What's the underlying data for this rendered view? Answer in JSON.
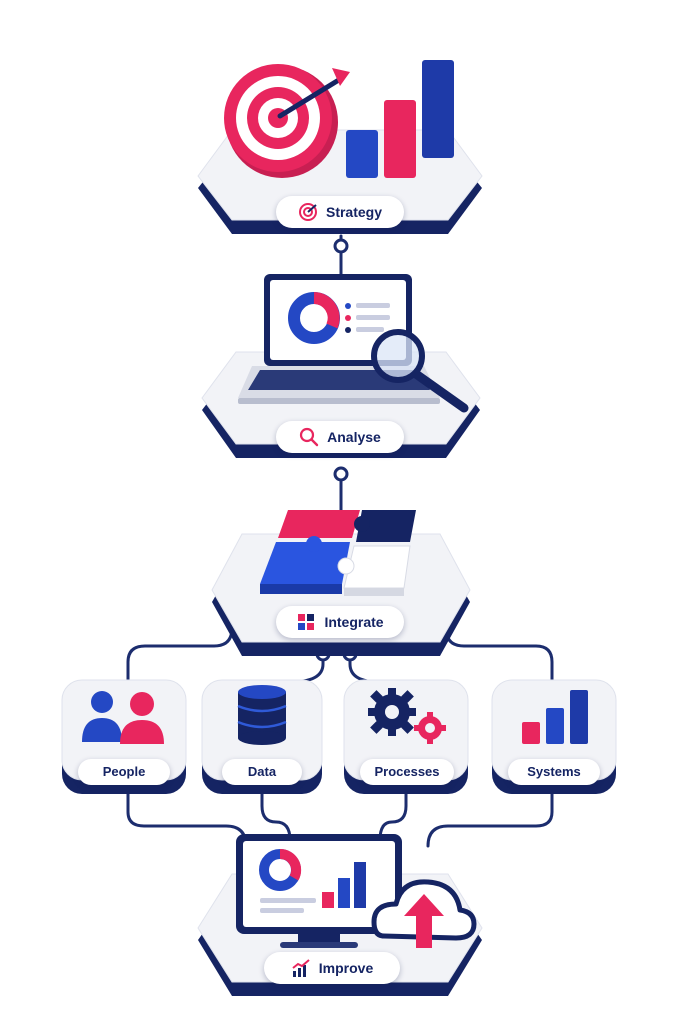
{
  "stages": [
    {
      "id": "strategy",
      "label": "Strategy",
      "icon": "target-icon"
    },
    {
      "id": "analyse",
      "label": "Analyse",
      "icon": "magnifier-icon"
    },
    {
      "id": "integrate",
      "label": "Integrate",
      "icon": "puzzle-icon"
    },
    {
      "id": "improve",
      "label": "Improve",
      "icon": "trend-chart-icon"
    }
  ],
  "pillars": [
    {
      "id": "people",
      "label": "People",
      "icon": "people-icon"
    },
    {
      "id": "data",
      "label": "Data",
      "icon": "database-icon"
    },
    {
      "id": "processes",
      "label": "Processes",
      "icon": "gears-icon"
    },
    {
      "id": "systems",
      "label": "Systems",
      "icon": "bar-chart-icon"
    }
  ],
  "colors": {
    "navy": "#152463",
    "blue": "#2448c4",
    "pink": "#e8265e",
    "platform": "#f2f3f7",
    "connector": "#1c2d6e"
  }
}
